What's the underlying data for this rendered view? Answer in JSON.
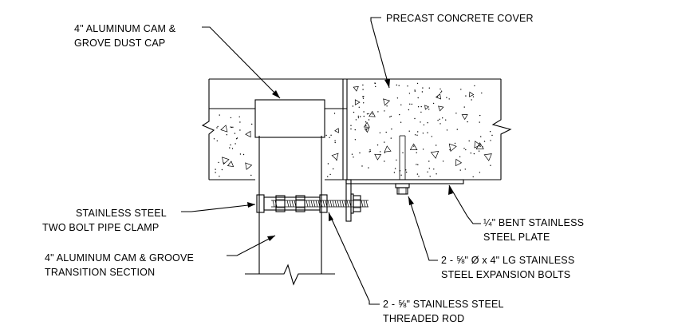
{
  "labels": {
    "dust_cap_1": "4\" ALUMINUM CAM &",
    "dust_cap_2": "GROVE DUST CAP",
    "cover": "PRECAST CONCRETE COVER",
    "clamp_1": "STAINLESS STEEL",
    "clamp_2": "TWO BOLT PIPE CLAMP",
    "transition_1": "4\" ALUMINUM CAM & GROOVE",
    "transition_2": "TRANSITION SECTION",
    "plate_1": "¼\" BENT STAINLESS",
    "plate_2": "STEEL PLATE",
    "bolts_1": "2 - ⅝\" Ø x 4\" LG STAINLESS",
    "bolts_2": "STEEL EXPANSION BOLTS",
    "rod_1": "2 - ⅝\" STAINLESS STEEL",
    "rod_2": "THREADED ROD"
  }
}
